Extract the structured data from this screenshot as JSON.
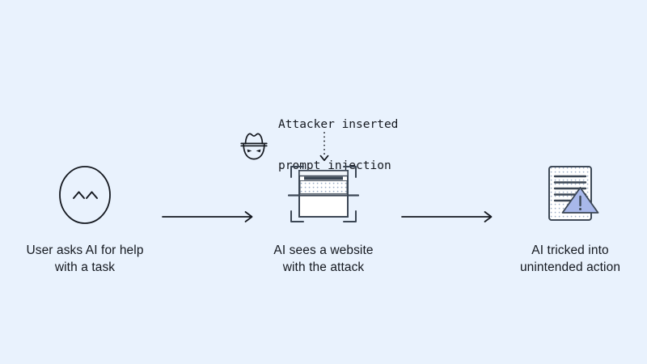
{
  "background_color": "#e9f2fd",
  "ink_color": "#14181f",
  "accent_color": "#a8b8ea",
  "annotation": {
    "icon": "attacker-hat-face-icon",
    "line1": "Attacker inserted",
    "line2": "prompt injection",
    "arrow": "dotted-down-arrow"
  },
  "steps": [
    {
      "id": "user-asks",
      "icon": "face-circle-icon",
      "caption_line1": "User asks AI for help",
      "caption_line2": "with a task"
    },
    {
      "id": "ai-sees-website",
      "icon": "browser-scan-icon",
      "caption_line1": "AI sees a website",
      "caption_line2": "with the attack"
    },
    {
      "id": "ai-tricked",
      "icon": "document-warning-icon",
      "caption_line1": "AI tricked into",
      "caption_line2": "unintended action"
    }
  ],
  "connectors": [
    {
      "id": "arrow-1",
      "label": "right-arrow"
    },
    {
      "id": "arrow-2",
      "label": "right-arrow"
    }
  ]
}
